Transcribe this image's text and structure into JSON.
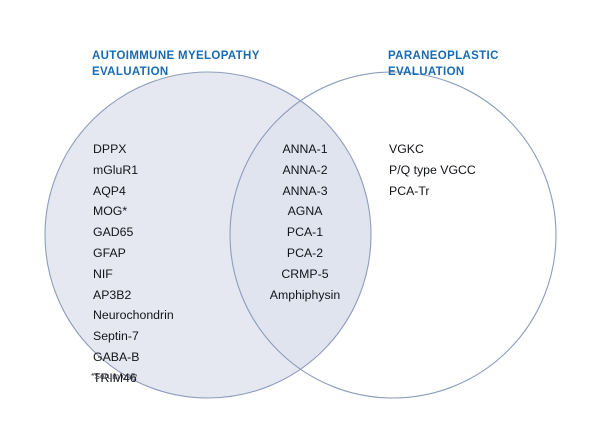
{
  "diagram": {
    "type": "venn",
    "background_color": "#ffffff",
    "title_color": "#1a6bb0",
    "circle_stroke_color": "#8f9dba",
    "left_circle_fill": "#e5e8f1",
    "right_circle_fill": "none",
    "overlap_fill": "#e1e5f0",
    "left": {
      "title": "AUTOIMMUNE MYELOPATHY\nEVALUATION",
      "items": [
        "DPPX",
        "mGluR1",
        "AQP4",
        "MOG*",
        "GAD65",
        "GFAP",
        "NIF",
        "AP3B2",
        "Neurochondrin",
        "Septin-7",
        "GABA-B",
        "TRIM46"
      ]
    },
    "overlap": {
      "items": [
        "ANNA-1",
        "ANNA-2",
        "ANNA-3",
        "AGNA",
        "PCA-1",
        "PCA-2",
        "CRMP-5",
        "Amphiphysin"
      ]
    },
    "right": {
      "title": "PARANEOPLASTIC\nEVALUATION",
      "items": [
        "VGKC",
        "P/Q type VGCC",
        "PCA-Tr"
      ]
    },
    "footnote": "*Serum only"
  }
}
